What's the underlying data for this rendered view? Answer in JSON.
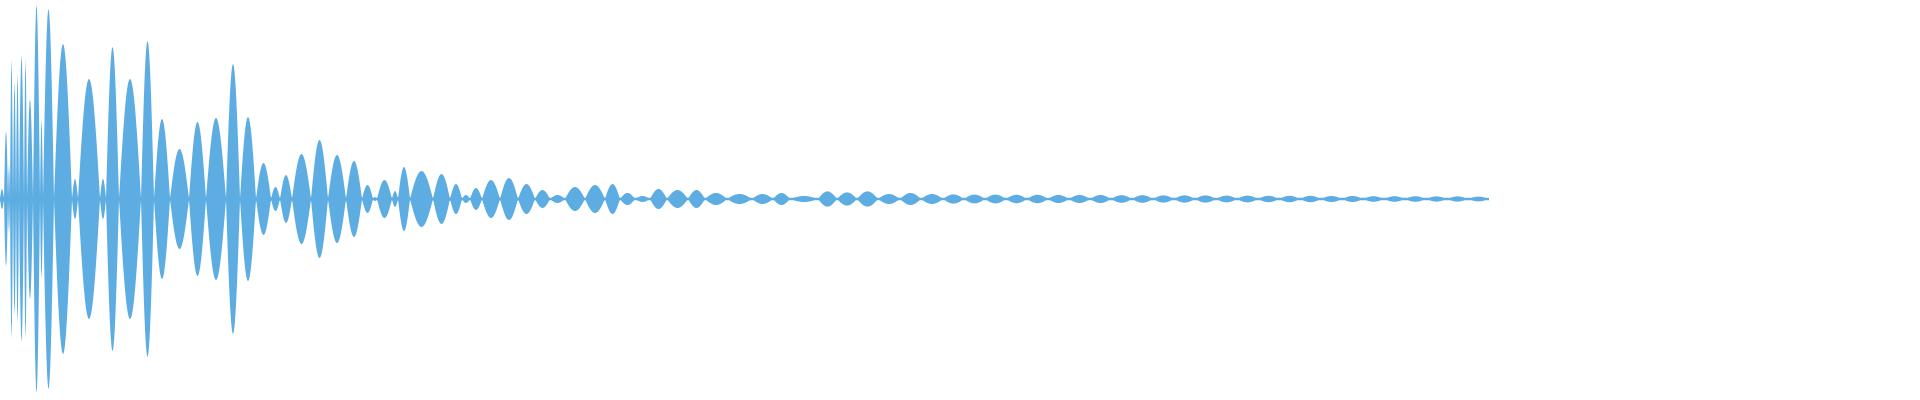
{
  "chart_data": {
    "type": "area",
    "description_of_encoding": "",
    "title": "",
    "xlabel": "",
    "ylabel": "",
    "ylim": [
      -1,
      1
    ],
    "grid": false,
    "color": "#5dade2",
    "series": [
      {
        "lobe_durations": [
          4,
          4,
          2,
          3,
          3,
          3,
          5,
          3,
          6,
          7,
          3,
          11,
          18,
          6,
          22,
          6,
          13,
          22,
          13,
          16,
          19,
          17,
          20,
          14,
          16,
          15,
          9,
          12,
          19,
          17,
          18,
          16,
          11,
          4,
          15,
          6,
          12,
          23,
          17,
          12,
          8,
          12,
          18,
          18,
          17,
          15,
          15,
          20,
          20,
          15,
          15,
          15,
          17,
          21,
          17,
          22,
          25,
          21,
          17,
          28,
          19,
          20,
          21,
          22,
          21,
          22,
          21,
          21,
          21,
          21,
          21,
          21,
          21,
          21,
          21,
          21,
          21,
          21,
          21,
          21,
          21,
          21,
          21,
          21,
          21,
          21,
          21,
          21,
          21,
          21,
          21,
          21
        ],
        "lobe_peaks": [
          0.05,
          0.34,
          0.175,
          0.7,
          0.585,
          0.625,
          0.715,
          0.7,
          0.5,
          0.97,
          0.4,
          0.95,
          0.775,
          0.1,
          0.6,
          0.1,
          0.76,
          0.6,
          0.79,
          0.4,
          0.25,
          0.385,
          0.405,
          0.675,
          0.41,
          0.18,
          0.06,
          0.12,
          0.225,
          0.295,
          0.22,
          0.19,
          0.07,
          0.01,
          0.095,
          0.04,
          0.16,
          0.14,
          0.125,
          0.075,
          0.02,
          0.055,
          0.095,
          0.105,
          0.075,
          0.045,
          0.02,
          0.06,
          0.07,
          0.075,
          0.03,
          0.015,
          0.05,
          0.045,
          0.045,
          0.03,
          0.025,
          0.025,
          0.03,
          0.015,
          0.038,
          0.033,
          0.038,
          0.025,
          0.03,
          0.025,
          0.023,
          0.022,
          0.022,
          0.021,
          0.021,
          0.02,
          0.02,
          0.02,
          0.019,
          0.019,
          0.018,
          0.018,
          0.018,
          0.017,
          0.017,
          0.016,
          0.016,
          0.016,
          0.015,
          0.015,
          0.014,
          0.014,
          0.014,
          0.013,
          0.013,
          0.012,
          0.012
        ]
      }
    ]
  }
}
